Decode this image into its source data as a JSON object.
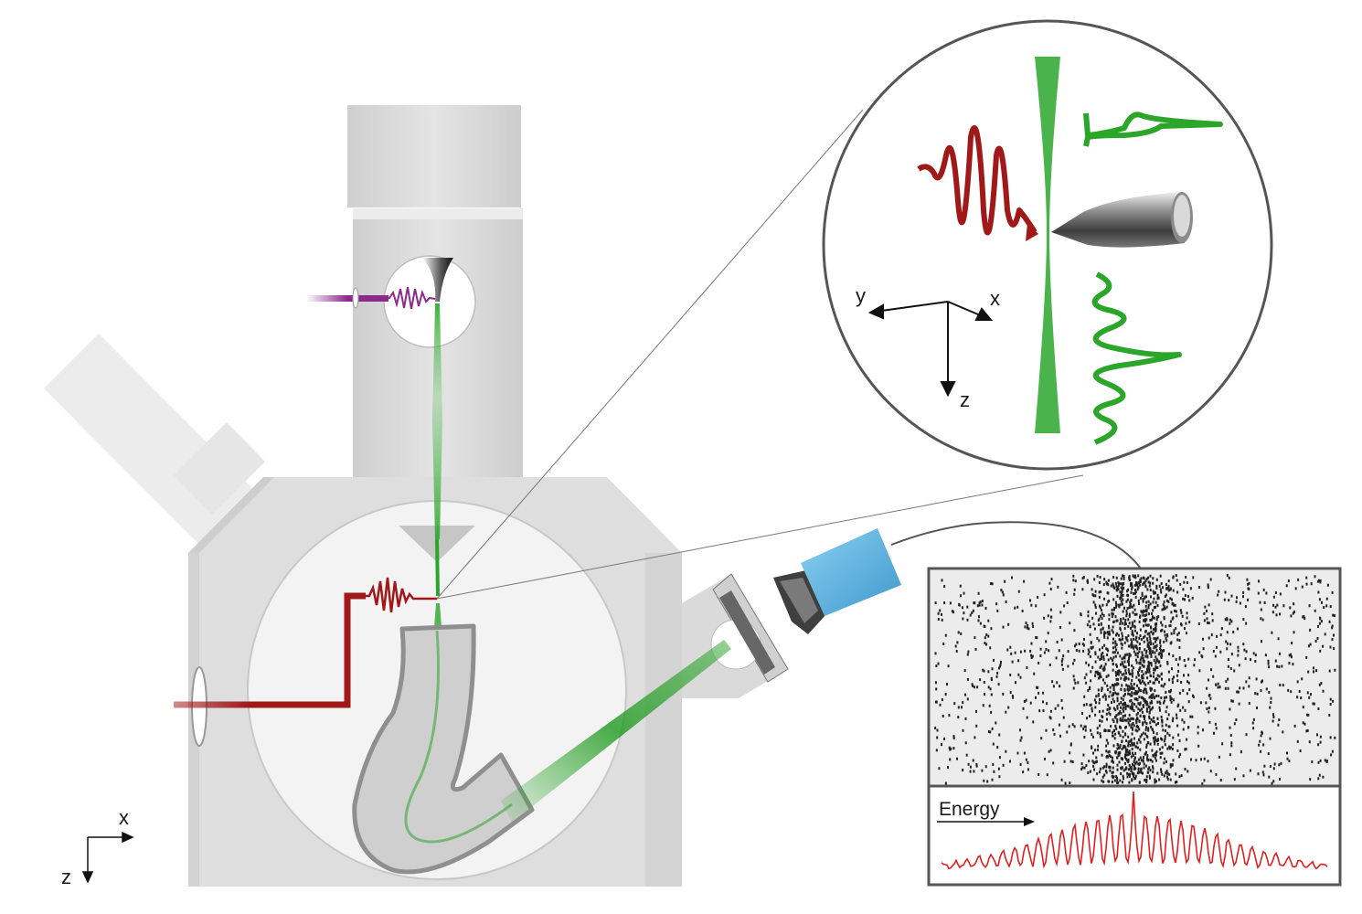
{
  "labels": {
    "inset_axis_y": "y",
    "inset_axis_x": "x",
    "inset_axis_z": "z",
    "corner_axis_x": "x",
    "corner_axis_z": "z",
    "energy": "Energy"
  },
  "colors": {
    "chamber": "#dcdcdc",
    "chamber_edge": "#c4c4c4",
    "electron_beam": "#2ba62b",
    "optical_pulse": "#a01818",
    "uv_pulse": "#8b2a8b",
    "detector": "#5ab0e0",
    "spectrum": "#e02020",
    "inset_border": "#555555",
    "panel_border": "#555555"
  },
  "icons": [
    "electron-gun-tip-icon",
    "photon-pulse-icon",
    "camera-icon",
    "energy-filter-icon",
    "nanotip-icon"
  ]
}
